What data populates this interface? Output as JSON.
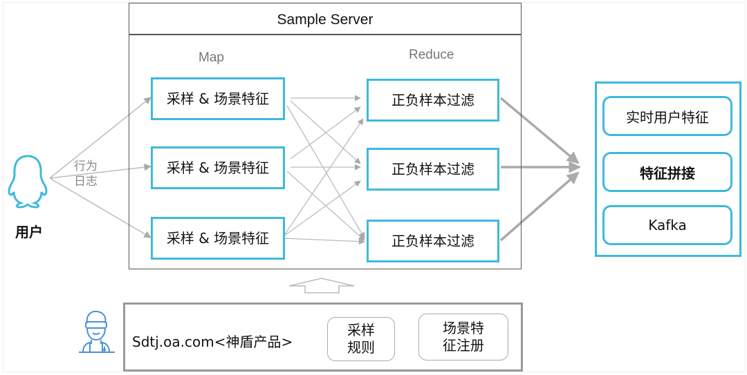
{
  "server": {
    "title": "Sample Server",
    "map_label": "Map",
    "reduce_label": "Reduce",
    "map_nodes": [
      {
        "label": "采样 & 场景特征"
      },
      {
        "label": "采样 & 场景特征"
      },
      {
        "label": "采样 & 场景特征"
      }
    ],
    "reduce_nodes": [
      {
        "label": "正负样本过滤"
      },
      {
        "label": "正负样本过滤"
      },
      {
        "label": "正负样本过滤"
      }
    ]
  },
  "user": {
    "icon": "penguin-icon",
    "label": "用户",
    "edge_label_line1": "行为",
    "edge_label_line2": "日志"
  },
  "output": {
    "items": [
      {
        "label": "实时用户特征",
        "bold": false
      },
      {
        "label": "特征拼接",
        "bold": true
      },
      {
        "label": "Kafka",
        "bold": false
      }
    ]
  },
  "portal": {
    "icon": "developer-icon",
    "label": "Sdtj.oa.com<神盾产品>",
    "buttons": [
      {
        "label_line1": "采样",
        "label_line2": "规则"
      },
      {
        "label_line1": "场景特",
        "label_line2": "征注册"
      }
    ]
  },
  "colors": {
    "accent": "#3db9dc",
    "arrow": "#aaaaaa",
    "border": "#555555",
    "developer_icon": "#4a90d9"
  }
}
